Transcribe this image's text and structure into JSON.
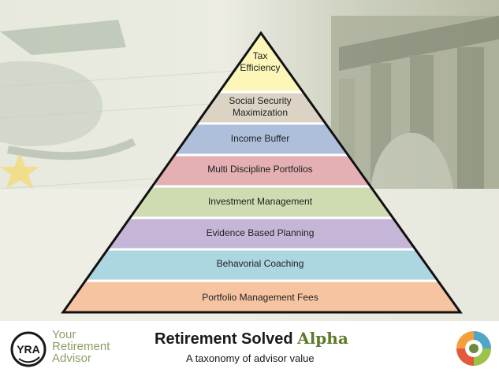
{
  "pyramid": {
    "layers": [
      {
        "label": "Tax Efficiency",
        "color": "#fcf6b8"
      },
      {
        "label": "Social Security Maximization",
        "color": "#dbd3c4"
      },
      {
        "label": "Income Buffer",
        "color": "#aebfdc"
      },
      {
        "label": "Multi Discipline Portfolios",
        "color": "#e4b0b3"
      },
      {
        "label": "Investment Management",
        "color": "#cfdcb2"
      },
      {
        "label": "Evidence Based Planning",
        "color": "#c5b6d8"
      },
      {
        "label": "Behavorial Coaching",
        "color": "#acd6e0"
      },
      {
        "label": "Portfolio Management Fees",
        "color": "#f7c4a2"
      }
    ],
    "layer_top_line_1": "Tax",
    "layer_top_line_2": "Efficiency",
    "layer_2_line_1": "Social Security",
    "layer_2_line_2": "Maximization"
  },
  "footer": {
    "logo_initials": "YRA",
    "logo_line_1": "Your",
    "logo_line_2": "Retirement",
    "logo_line_3": "Advisor",
    "title_main": "Retirement Solved",
    "title_accent": "Alpha",
    "subtitle": "A taxonomy of advisor value"
  },
  "colors": {
    "brand_green": "#8aa069",
    "alpha_green": "#5b7a2a",
    "outline": "#111111"
  }
}
